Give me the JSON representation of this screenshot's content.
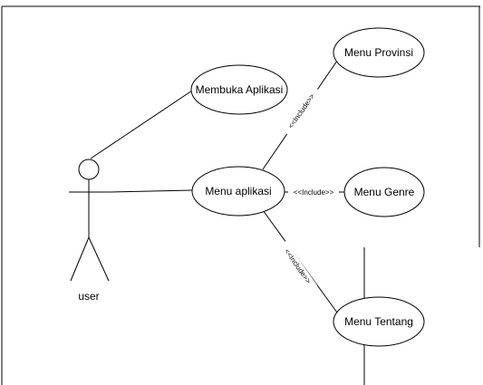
{
  "diagram": {
    "actor": {
      "label": "user"
    },
    "use_cases": {
      "membuka_aplikasi": "Membuka Aplikasi",
      "menu_aplikasi": "Menu aplikasi",
      "menu_provinsi": "Menu Provinsi",
      "menu_genre": "Menu Genre",
      "menu_tentang": "Menu Tentang"
    },
    "relations": {
      "include_provinsi": "<<Include>>",
      "include_genre": "<<Include>>",
      "include_tentang": "<<Include>>"
    },
    "colors": {
      "line": "#000000",
      "fill": "#ffffff"
    }
  }
}
